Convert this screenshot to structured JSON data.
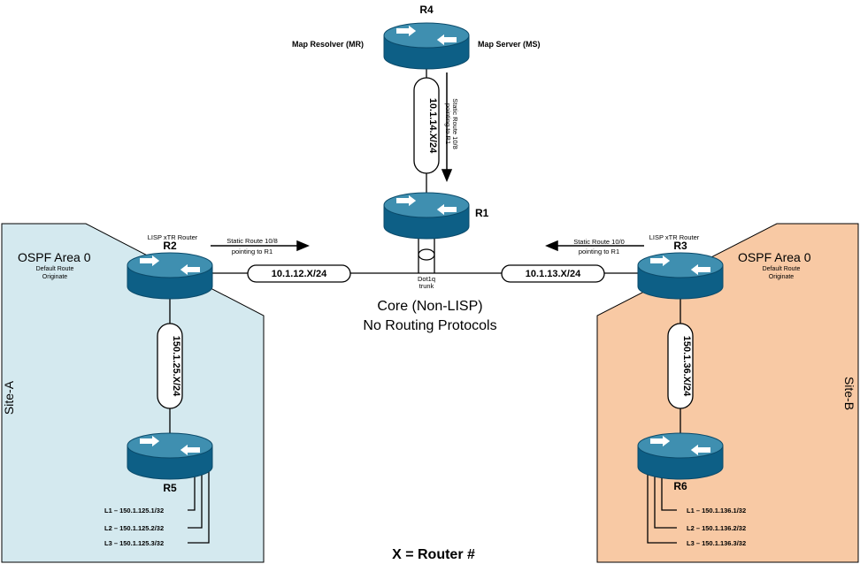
{
  "routers": {
    "r4": {
      "name": "R4",
      "left_label": "Map Resolver (MR)",
      "right_label": "Map Server (MS)"
    },
    "r1": {
      "name": "R1"
    },
    "r2": {
      "name": "R2",
      "role": "LISP xTR Router"
    },
    "r3": {
      "name": "R3",
      "role": "LISP xTR Router"
    },
    "r5": {
      "name": "R5"
    },
    "r6": {
      "name": "R6"
    }
  },
  "links": {
    "r4_r1": "10.1.14.X/24",
    "r1_r2": "10.1.12.X/24",
    "r1_r3": "10.1.13.X/24",
    "r2_r5": "150.1.25.X/24",
    "r3_r6": "150.1.36.X/24"
  },
  "static_routes": {
    "r4": {
      "line1": "Static Route 10/8",
      "line2": "pointing to R1"
    },
    "r2": {
      "line1": "Static Route 10/8",
      "line2": "pointing to R1"
    },
    "r3": {
      "line1": "Static Route 10/0",
      "line2": "pointing to R1"
    }
  },
  "dot1q": {
    "line1": "Dot1q",
    "line2": "trunk"
  },
  "core": {
    "line1": "Core (Non-LISP)",
    "line2": "No Routing Protocols"
  },
  "site_a": {
    "name": "Site-A",
    "ospf": "OSPF Area 0",
    "default_line1": "Default Route",
    "default_line2": "Originate",
    "color": "#d4e9ef",
    "loopbacks": [
      "L1 – 150.1.125.1/32",
      "L2 – 150.1.125.2/32",
      "L3 – 150.1.125.3/32"
    ]
  },
  "site_b": {
    "name": "Site-B",
    "ospf": "OSPF Area 0",
    "default_line1": "Default Route",
    "default_line2": "Originate",
    "color": "#f8c9a4",
    "loopbacks": [
      "L1 – 150.1.136.1/32",
      "L2 – 150.1.136.2/32",
      "L3 – 150.1.136.3/32"
    ]
  },
  "footer": "X = Router #",
  "colors": {
    "router_top": "#3f8fb0",
    "router_side": "#0d5f86",
    "router_edge": "#0a4a6a"
  }
}
